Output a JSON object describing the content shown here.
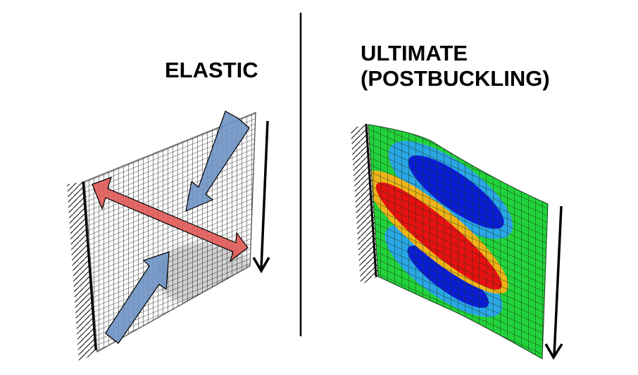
{
  "panels": {
    "left": {
      "title": "ELASTIC",
      "mesh_style": "uniform grey wire mesh",
      "arrows": [
        {
          "type": "compression",
          "color": "#6f94c4",
          "direction": "diagonal inward from top-right"
        },
        {
          "type": "compression",
          "color": "#6f94c4",
          "direction": "diagonal inward from bottom-left"
        },
        {
          "type": "tension",
          "color": "#e05a58",
          "direction": "double-headed diagonal top-left to bottom-right"
        }
      ],
      "load_arrow": "downward-arrow",
      "support": "fixed-wall-hatched"
    },
    "right": {
      "title_line1": "ULTIMATE",
      "title_line2": "(POSTBUCKLING)",
      "contour_colors": {
        "base": "#22d23a",
        "light_blue": "#29a7e6",
        "dark_blue": "#0a1cd8",
        "yellow": "#f0b418",
        "red": "#e81010"
      },
      "load_arrow": "downward-arrow",
      "support": "fixed-wall-hatched"
    }
  },
  "divider": "vertical-line"
}
